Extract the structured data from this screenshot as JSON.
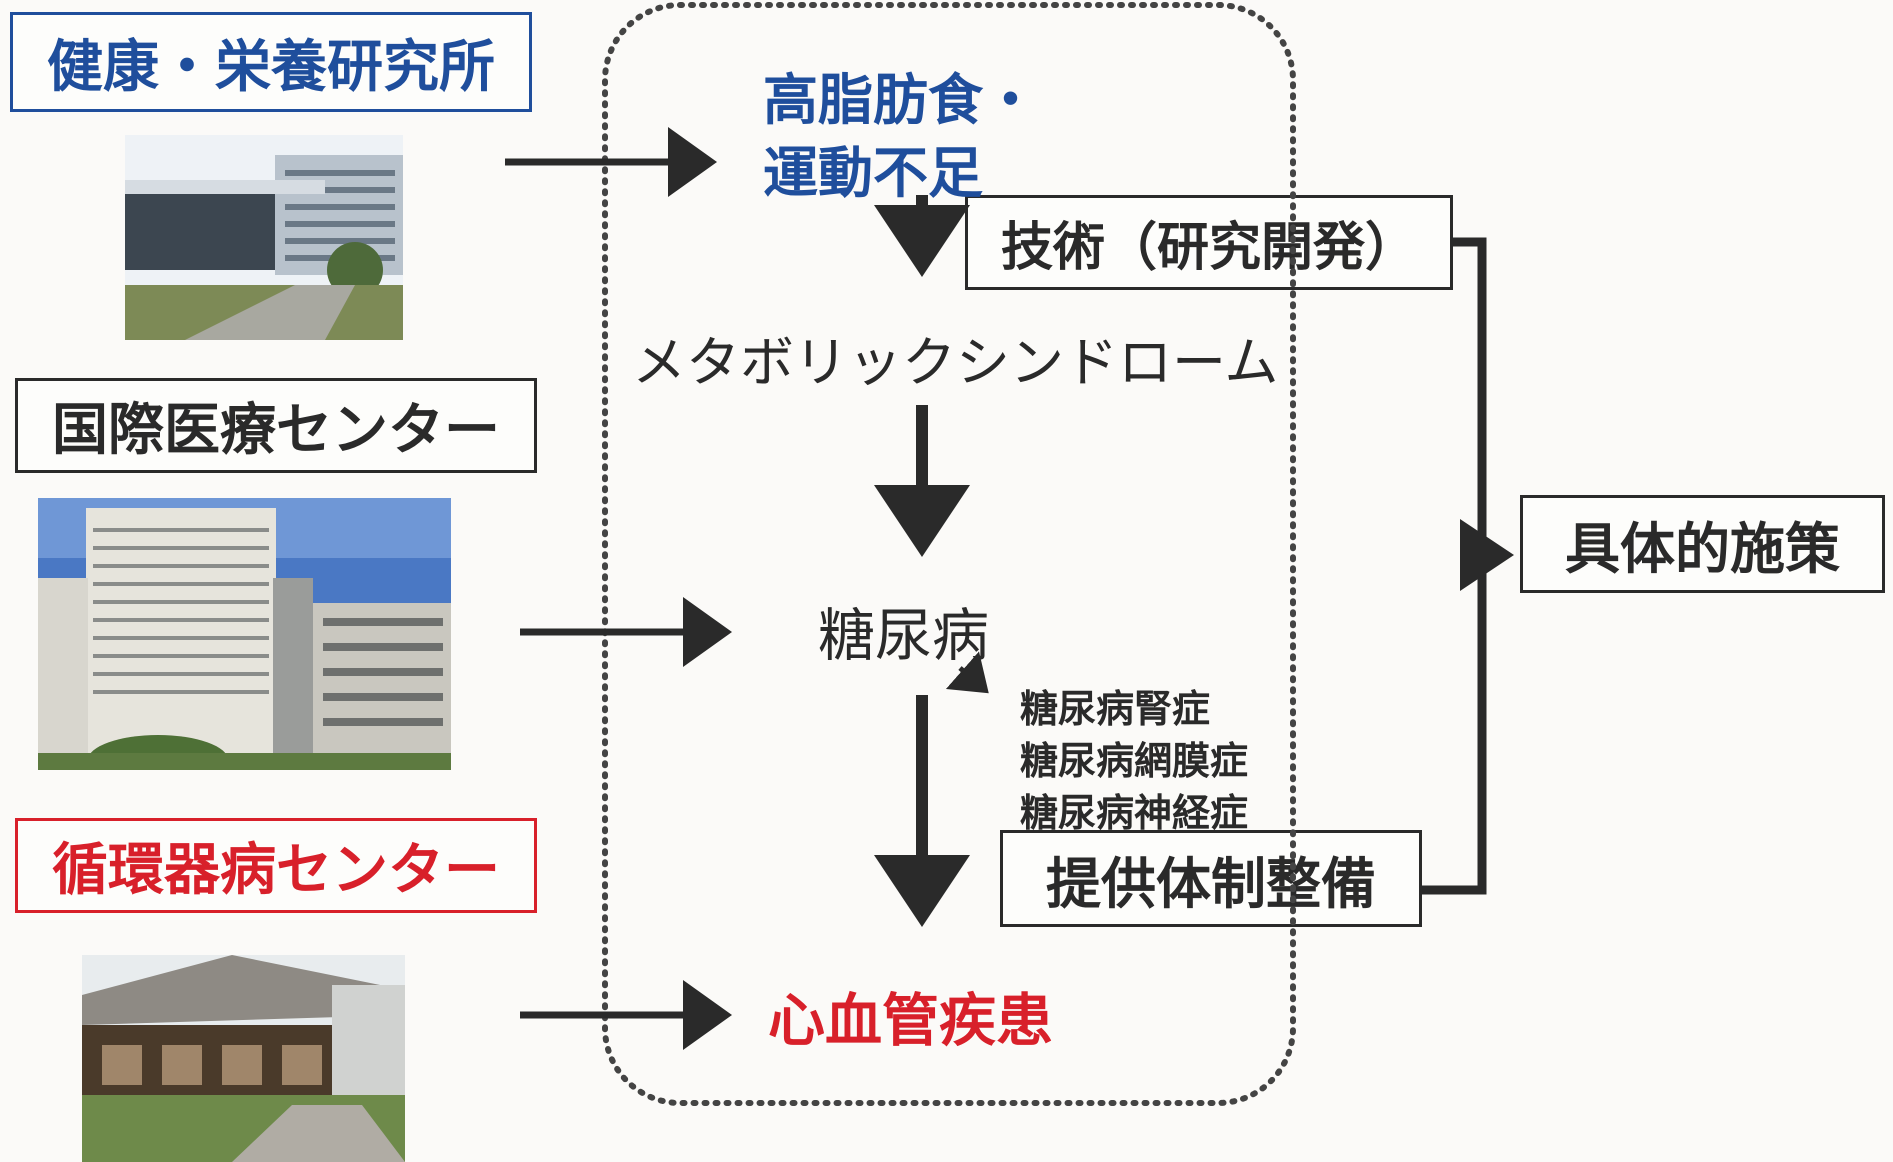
{
  "institutions": [
    {
      "name": "健康・栄養研究所",
      "color": "#1f4e9c"
    },
    {
      "name": "国際医療センター",
      "color": "#2a2a2a"
    },
    {
      "name": "循環器病センター",
      "color": "#d8202a"
    }
  ],
  "flow": {
    "cause_line1": "高脂肪食・",
    "cause_line2": "運動不足",
    "metabolic": "メタボリックシンドローム",
    "diabetes": "糖尿病",
    "complications": [
      "糖尿病腎症",
      "糖尿病網膜症",
      "糖尿病神経症"
    ],
    "cardio": "心血管疾患"
  },
  "side": {
    "tech": "技術（研究開発）",
    "provision": "提供体制整備",
    "policy": "具体的施策"
  },
  "colors": {
    "blue": "#1f4e9c",
    "red": "#d8202a",
    "dark": "#2a2a2a"
  }
}
